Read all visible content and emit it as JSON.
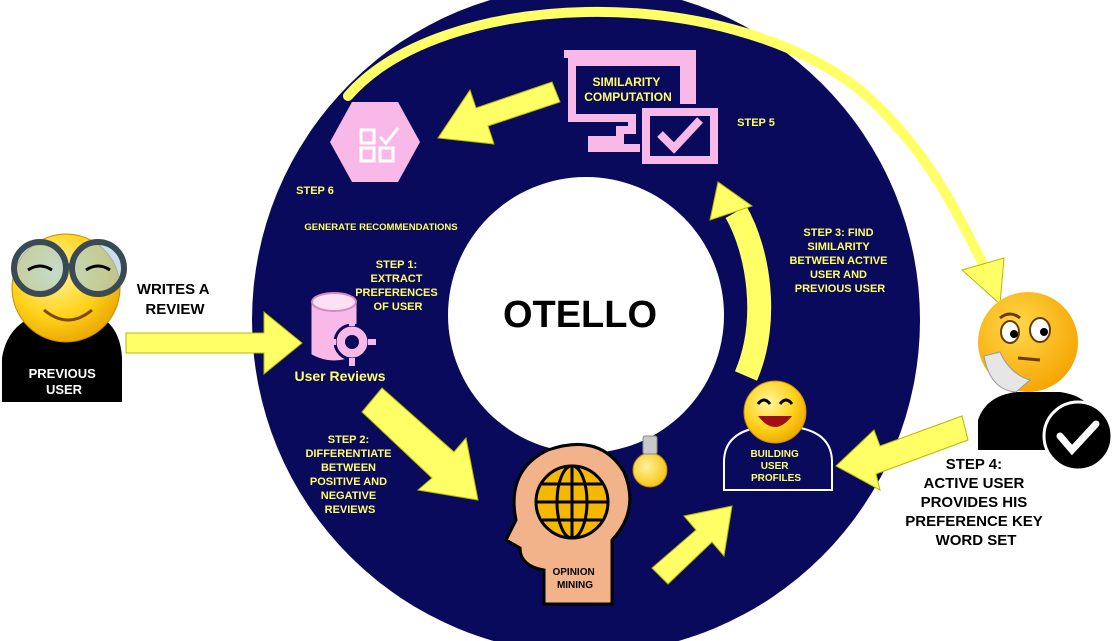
{
  "center_title": "OTELLO",
  "previous_user": {
    "label": "PREVIOUS USER",
    "lines": [
      "PREVIOUS",
      "USER"
    ]
  },
  "writes_review": {
    "lines": [
      "WRITES A",
      "REVIEW"
    ]
  },
  "user_reviews": "User Reviews",
  "step1": {
    "lines": [
      "STEP 1:",
      "EXTRACT",
      "PREFERENCES",
      "OF USER"
    ]
  },
  "step2": {
    "lines": [
      "STEP 2:",
      "DIFFERENTIATE",
      "BETWEEN",
      "POSITIVE AND",
      "NEGATIVE",
      "REVIEWS"
    ]
  },
  "opinion_mining": {
    "lines": [
      "OPINION",
      "MINING"
    ]
  },
  "building_profiles": {
    "lines": [
      "BUILDING",
      "USER",
      "PROFILES"
    ]
  },
  "step3": {
    "lines": [
      "STEP 3: FIND",
      "SIMILARITY",
      "BETWEEN ACTIVE",
      "USER AND",
      "PREVIOUS USER"
    ]
  },
  "step4": {
    "lines": [
      "STEP 4:",
      "ACTIVE USER",
      "PROVIDES HIS",
      "PREFERENCE KEY",
      "WORD SET"
    ]
  },
  "step5": "STEP 5",
  "similarity": {
    "lines": [
      "SIMILARITY",
      "COMPUTATION"
    ]
  },
  "step6": "STEP 6",
  "generate": "GENERATE RECOMMENDATIONS",
  "colors": {
    "ring": "#0a0a5c",
    "arrow": "#ffff66",
    "arrow_stroke": "#b8b800",
    "label": "#ffff66",
    "pink": "#f9b9e8",
    "head": "#f2b38a"
  },
  "icons": [
    "nerd-emoji-icon",
    "database-gear-icon",
    "head-globe-icon",
    "lightbulb-icon",
    "smiley-icon",
    "monitor-check-icon",
    "hexagon-grid-icon",
    "thinking-emoji-icon",
    "checkmark-icon"
  ]
}
